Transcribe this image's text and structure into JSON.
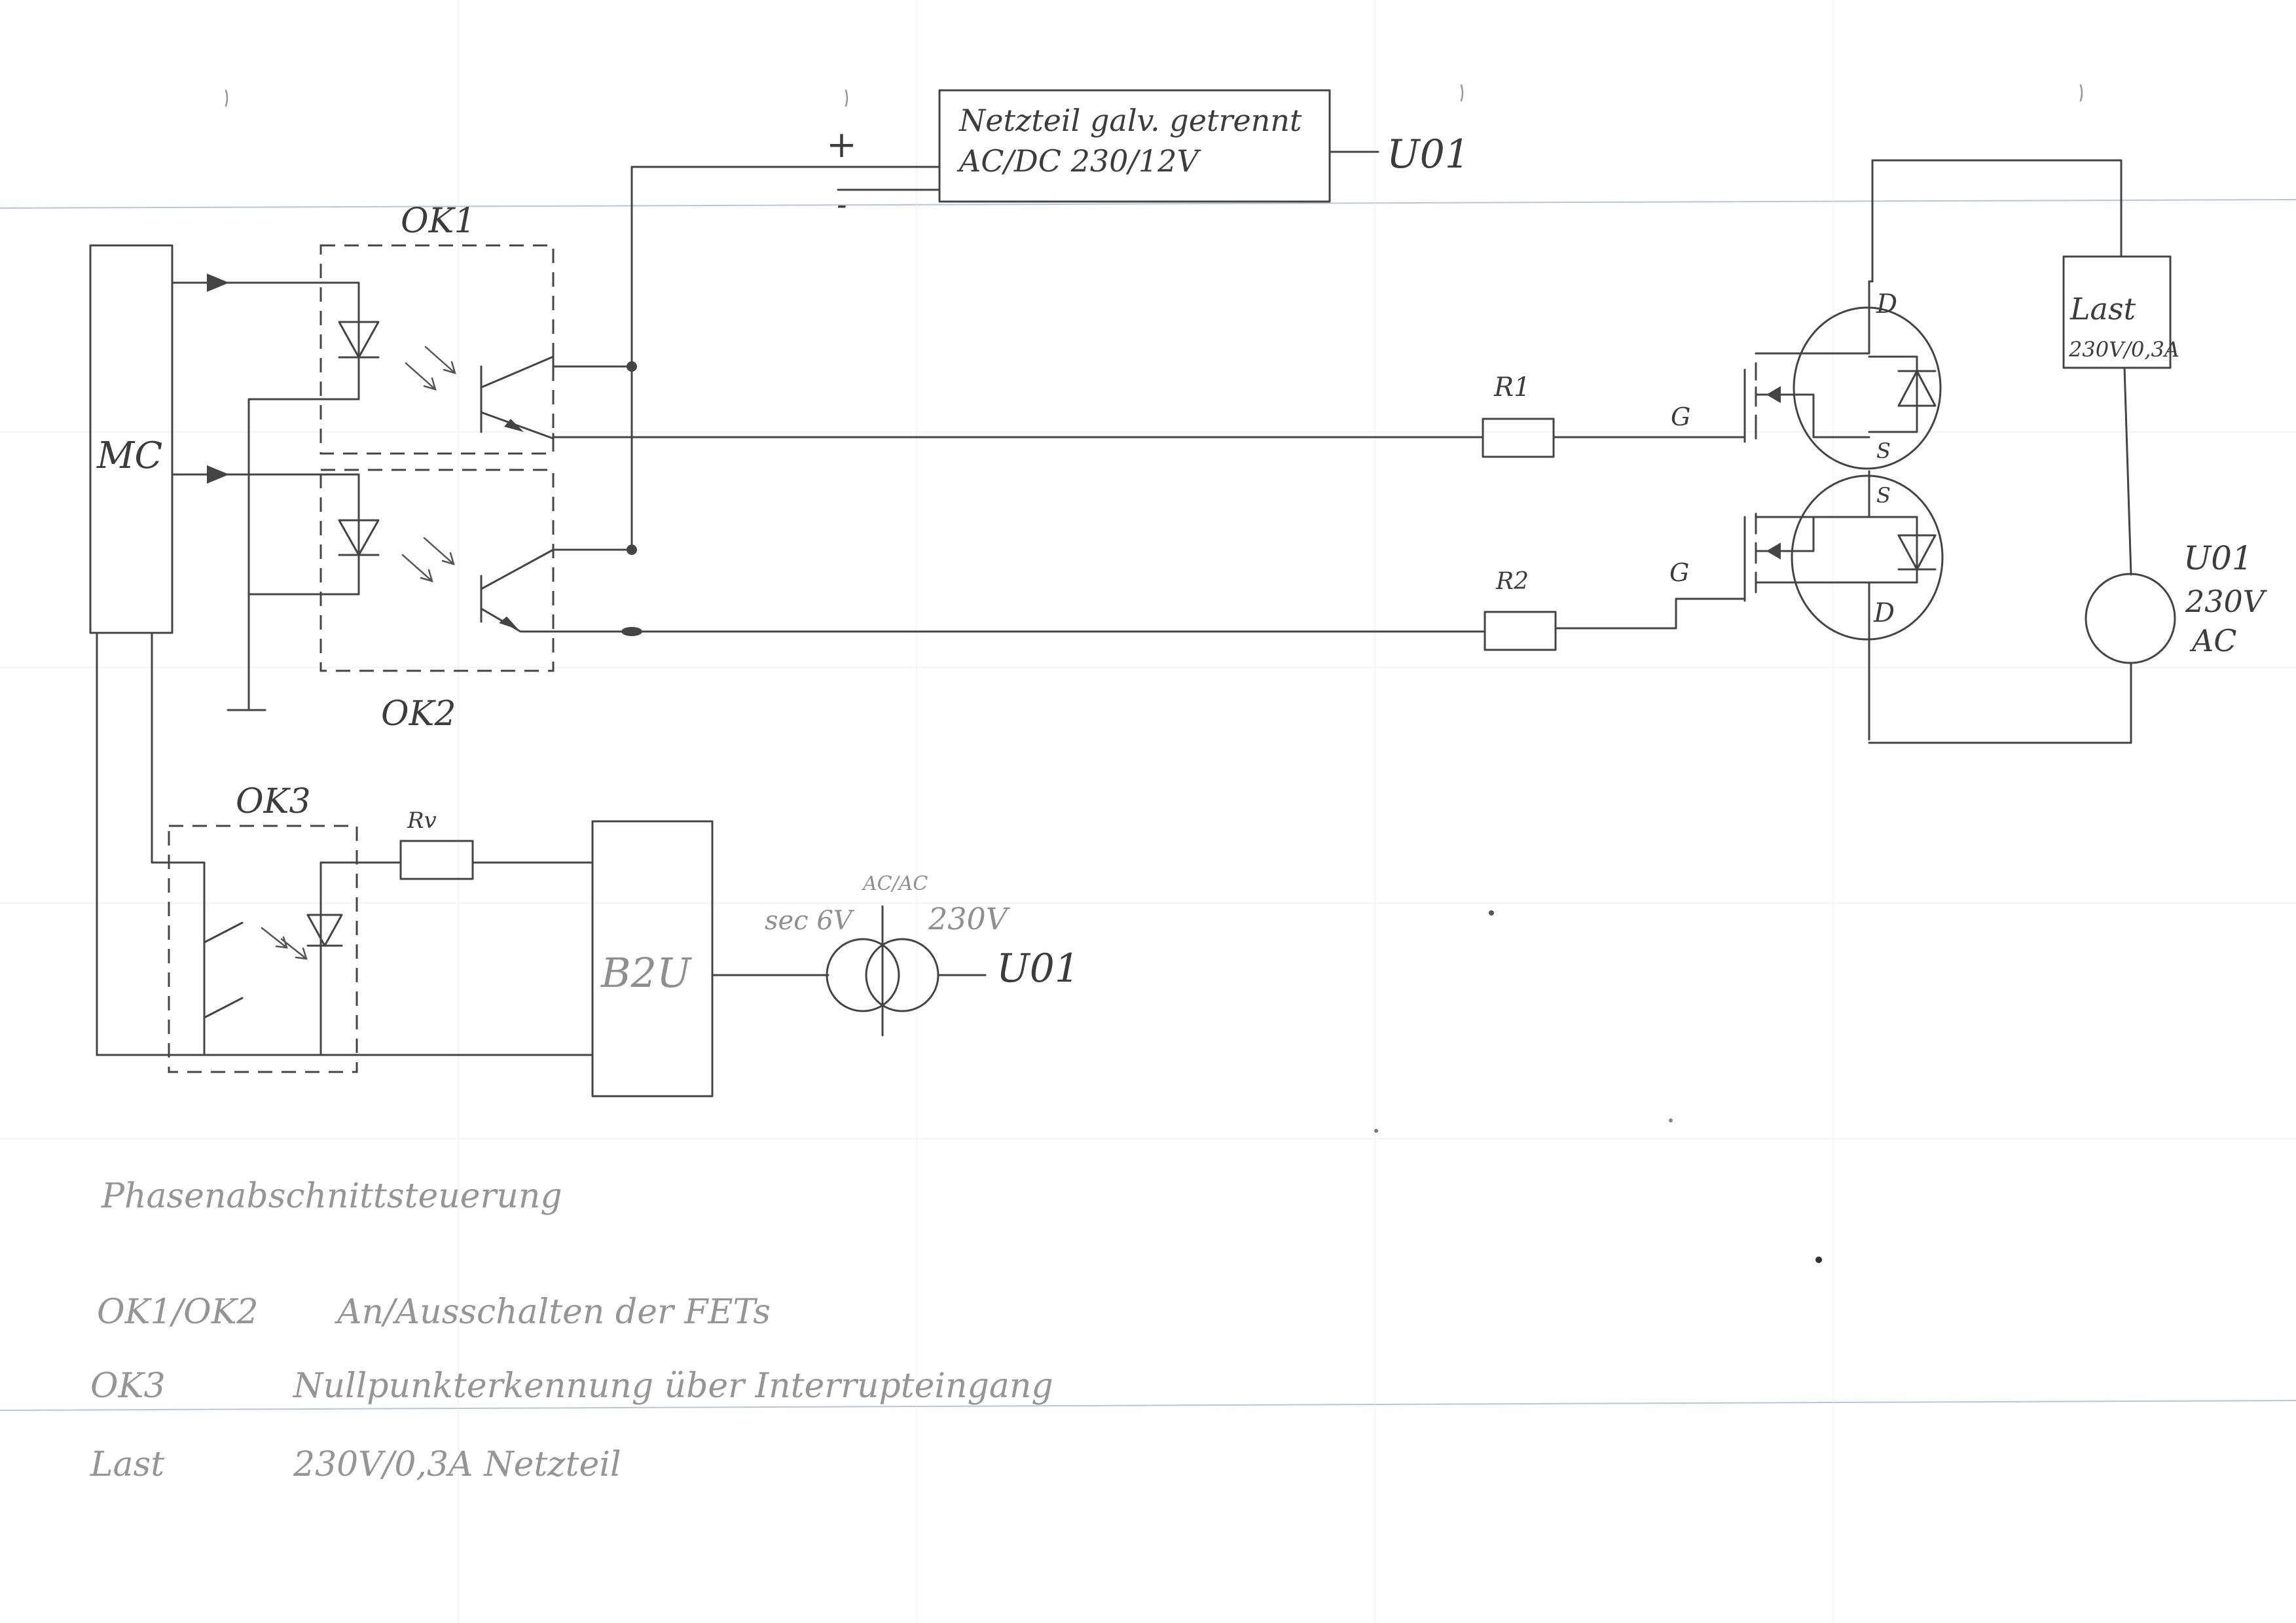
{
  "labels": {
    "psu_line1": "Netzteil galv. getrennt",
    "psu_line2": "AC/DC 230/12V",
    "plus": "+",
    "minus": "-",
    "u01": "U01",
    "ok1": "OK1",
    "ok2": "OK2",
    "ok3": "OK3",
    "uc": "MC",
    "r1": "R1",
    "r2": "R2",
    "g_top": "G",
    "g_bot": "G",
    "d_top": "D",
    "s_top": "S",
    "s_bot": "S",
    "d_bot": "D",
    "load_title": "Last",
    "load_rating": "230V/0,3A",
    "source_name": "U01",
    "source_voltage": "230V",
    "source_type": "AC",
    "rv": "Rv",
    "b2u": "B2U",
    "trafo_sec": "sec 6V",
    "trafo_type": "AC/AC",
    "trafo_prim": "230V"
  },
  "notes": {
    "title": "Phasenabschnittsteuerung",
    "rows": [
      {
        "key": "OK1/OK2",
        "text": "An/Ausschalten der FETs"
      },
      {
        "key": "OK3",
        "text": "Nullpunkterkennung über Interrupteingang"
      },
      {
        "key": "Last",
        "text": "230V/0,3A Netzteil"
      }
    ]
  }
}
